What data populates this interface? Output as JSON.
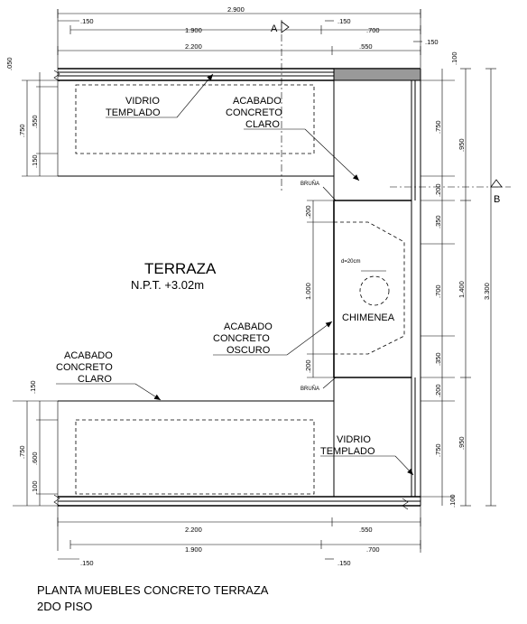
{
  "title": {
    "line1": "PLANTA MUEBLES CONCRETO TERRAZA",
    "line2": "2DO PISO"
  },
  "room": {
    "name": "TERRAZA",
    "level": "N.P.T.  +3.02m"
  },
  "labels": {
    "glass_top_1": "VIDRIO",
    "glass_top_2": "TEMPLADO",
    "light_top_1": "ACABADO",
    "light_top_2": "CONCRETO",
    "light_top_3": "CLARO",
    "dark_1": "ACABADO",
    "dark_2": "CONCRETO",
    "dark_3": "OSCURO",
    "light_bot_1": "ACABADO",
    "light_bot_2": "CONCRETO",
    "light_bot_3": "CLARO",
    "glass_bot_1": "VIDRIO",
    "glass_bot_2": "TEMPLADO",
    "fireplace": "CHIMENEA",
    "diameter": "d=20cm",
    "bruna_top": "BRUÑA",
    "bruna_bot": "BRUÑA",
    "section_a": "A",
    "section_b": "B"
  },
  "dims_top": {
    "total": "2.900",
    "d150a": ".150",
    "d150b": ".150",
    "d1900": "1.900",
    "d700": ".700",
    "d2200": "2.200",
    "d550": ".550",
    "d150c": ".150"
  },
  "dims_left_top": {
    "d050": ".050",
    "d750": ".750",
    "d550": ".550",
    "d150": ".150"
  },
  "dims_left_bot": {
    "d150": ".150",
    "d750": ".750",
    "d600": ".600",
    "d100": ".100"
  },
  "dims_chimney": {
    "d200a": ".200",
    "d1000": "1.000",
    "d200b": ".200"
  },
  "dims_right_inner": {
    "d100a": ".100",
    "d750a": ".750",
    "d200a": ".200",
    "d350a": ".350",
    "d700": ".700",
    "d350b": ".350",
    "d200b": ".200",
    "d750b": ".750",
    "d100b": ".100"
  },
  "dims_right_mid": {
    "d950a": ".950",
    "d1400": "1.400",
    "d950b": ".950"
  },
  "dims_right_outer": {
    "total": "3.300"
  },
  "dims_bottom": {
    "d2200": "2.200",
    "d550": ".550",
    "d1900": "1.900",
    "d700": ".700",
    "d150a": ".150",
    "d150b": ".150"
  }
}
